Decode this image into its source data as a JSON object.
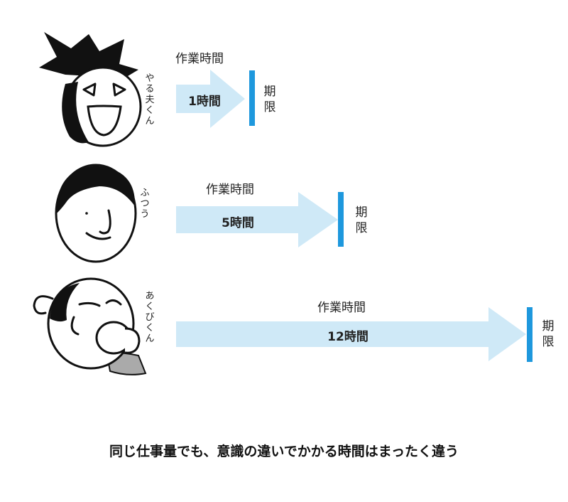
{
  "colors": {
    "arrow_fill": "#cfe9f7",
    "deadline_bar": "#1e98dd",
    "ink": "#111111"
  },
  "rows": [
    {
      "character_name": "やる夫くん",
      "face_icon": "energetic-face-icon",
      "work_label": "作業時間",
      "hours_label": "1時間",
      "hours": 1,
      "deadline_label": "期限"
    },
    {
      "character_name": "ふつう",
      "face_icon": "normal-face-icon",
      "work_label": "作業時間",
      "hours_label": "5時間",
      "hours": 5,
      "deadline_label": "期限"
    },
    {
      "character_name": "あくびくん",
      "face_icon": "yawning-face-icon",
      "work_label": "作業時間",
      "hours_label": "12時間",
      "hours": 12,
      "deadline_label": "期限"
    }
  ],
  "caption": "同じ仕事量でも、意識の違いでかかる時間はまったく違う"
}
